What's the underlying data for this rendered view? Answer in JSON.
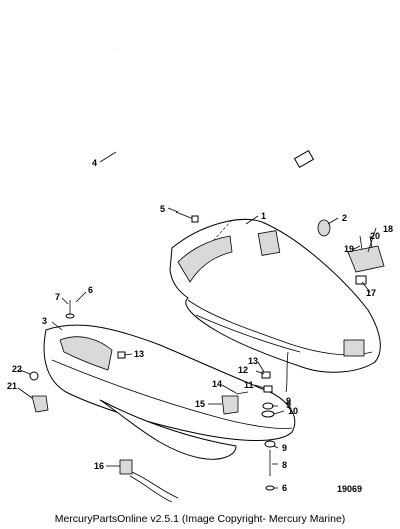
{
  "diagram": {
    "number": "19069",
    "callouts": [
      "1",
      "2",
      "3",
      "4",
      "5",
      "6",
      "7",
      "8",
      "9",
      "10",
      "11",
      "12",
      "13",
      "14",
      "15",
      "16",
      "17",
      "18",
      "19",
      "20",
      "21",
      "22",
      "13",
      "6",
      "9",
      "9"
    ]
  },
  "footer": {
    "text": "MercuryPartsOnline v2.5.1 (Image Copyright- Mercury Marine)"
  }
}
